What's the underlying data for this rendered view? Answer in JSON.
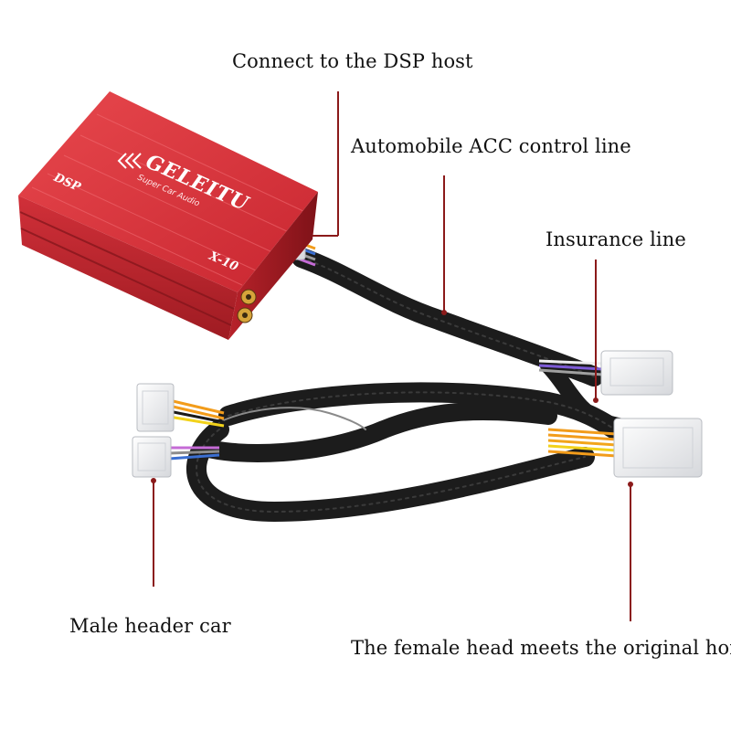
{
  "annotations": {
    "dsp_host": "Connect to the DSP host",
    "acc_control": "Automobile ACC control line",
    "insurance": "Insurance line",
    "male_header": "Male header car",
    "female_head": "The female head meets the original horn"
  },
  "device": {
    "brand": "GELEITU",
    "tagline": "Super Car Audio",
    "type_label": "DSP",
    "model": "X-10"
  },
  "colors": {
    "box_red": "#d8323a",
    "box_dark": "#9e1b22",
    "cable": "#1c1c1c",
    "leader": "#8b1a1a"
  }
}
